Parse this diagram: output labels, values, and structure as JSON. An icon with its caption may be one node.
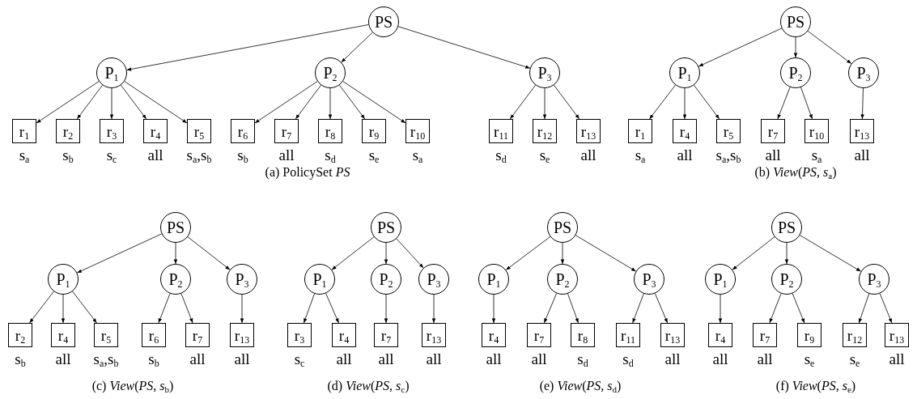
{
  "diagram": {
    "nodes": [
      {
        "text": [
          "PS"
        ]
      },
      {
        "text": [
          "P$_{1}$"
        ]
      },
      {
        "text": [
          "P$_{2}$"
        ]
      },
      {
        "text": [
          "P$_{3}$"
        ]
      },
      {
        "text": [
          "r$_{1}$"
        ],
        "beside": [
          "s$_{a}$"
        ]
      },
      {
        "text": [
          "r$_{2}$"
        ],
        "beside": [
          "s$_{b}$"
        ]
      },
      {
        "text": [
          "r$_{3}$"
        ],
        "beside": [
          "s$_{c}$"
        ]
      },
      {
        "text": [
          "r$_{4}$"
        ],
        "beside": [
          "all"
        ]
      },
      {
        "text": [
          "r$_{5}$"
        ],
        "beside": [
          "s$_{a}$,s$_{b}$"
        ]
      },
      {
        "text": [
          "r$_{6}$"
        ],
        "beside": [
          "s$_{b}$"
        ]
      },
      {
        "text": [
          "r$_{7}$"
        ],
        "beside": [
          "all"
        ]
      },
      {
        "text": [
          "r$_{8}$"
        ],
        "beside": [
          "s$_{d}$"
        ]
      },
      {
        "text": [
          "r$_{9}$"
        ],
        "beside": [
          "s$_{e}$"
        ]
      },
      {
        "text": [
          "r$_{10}$"
        ],
        "beside": [
          "s$_{a}$"
        ]
      },
      {
        "text": [
          "r$_{11}$"
        ],
        "beside": [
          "s$_{d}$"
        ]
      },
      {
        "text": [
          "r$_{12}$"
        ],
        "beside": [
          "s$_{e}$"
        ]
      },
      {
        "text": [
          "r$_{13}$"
        ],
        "beside": [
          "all"
        ]
      },
      {
        "text": [
          "PS"
        ]
      },
      {
        "text": [
          "P$_{1}$"
        ]
      },
      {
        "text": [
          "P$_{2}$"
        ]
      },
      {
        "text": [
          "P$_{3}$"
        ]
      },
      {
        "text": [
          "r$_{1}$"
        ],
        "beside": [
          "s$_{a}$"
        ]
      },
      {
        "text": [
          "r$_{4}$"
        ],
        "beside": [
          "all"
        ]
      },
      {
        "text": [
          "r$_{5}$"
        ],
        "beside": [
          "s$_{a}$,s$_{b}$"
        ]
      },
      {
        "text": [
          "r$_{7}$"
        ],
        "beside": [
          "all"
        ]
      },
      {
        "text": [
          "r$_{10}$"
        ],
        "beside": [
          "s$_{a}$"
        ]
      },
      {
        "text": [
          "r$_{13}$"
        ],
        "beside": [
          "all"
        ]
      },
      {
        "text": [
          "PS"
        ]
      },
      {
        "text": [
          "P$_{1}$"
        ]
      },
      {
        "text": [
          "P$_{2}$"
        ]
      },
      {
        "text": [
          "P$_{3}$"
        ]
      },
      {
        "text": [
          "r$_{2}$"
        ],
        "beside": [
          "s$_{b}$"
        ]
      },
      {
        "text": [
          "r$_{4}$"
        ],
        "beside": [
          "all"
        ]
      },
      {
        "text": [
          "r$_{5}$"
        ],
        "beside": [
          "s$_{a}$,s$_{b}$"
        ]
      },
      {
        "text": [
          "r$_{6}$"
        ],
        "beside": [
          "s$_{b}$"
        ]
      },
      {
        "text": [
          "r$_{7}$"
        ],
        "beside": [
          "all"
        ]
      },
      {
        "text": [
          "r$_{13}$"
        ],
        "beside": [
          "all"
        ]
      },
      {
        "text": [
          "PS"
        ]
      },
      {
        "text": [
          "P$_{1}$"
        ]
      },
      {
        "text": [
          "P$_{2}$"
        ]
      },
      {
        "text": [
          "P$_{3}$"
        ]
      },
      {
        "text": [
          "r$_{3}$"
        ],
        "beside": [
          "s$_{c}$"
        ]
      },
      {
        "text": [
          "r$_{4}$"
        ],
        "beside": [
          "all"
        ]
      },
      {
        "text": [
          "r$_{7}$"
        ],
        "beside": [
          "all"
        ]
      },
      {
        "text": [
          "r$_{13}$"
        ],
        "beside": [
          "all"
        ]
      },
      {
        "text": [
          "PS"
        ]
      },
      {
        "text": [
          "P$_{1}$"
        ]
      },
      {
        "text": [
          "P$_{2}$"
        ]
      },
      {
        "text": [
          "P$_{3}$"
        ]
      },
      {
        "text": [
          "r$_{4}$"
        ],
        "beside": [
          "all"
        ]
      },
      {
        "text": [
          "r$_{7}$"
        ],
        "beside": [
          "all"
        ]
      },
      {
        "text": [
          "r$_{8}$"
        ],
        "beside": [
          "s$_{d}$"
        ]
      },
      {
        "text": [
          "r$_{11}$"
        ],
        "beside": [
          "s$_{d}$"
        ]
      },
      {
        "text": [
          "r$_{13}$"
        ],
        "beside": [
          "all"
        ]
      },
      {
        "text": [
          "PS"
        ]
      },
      {
        "text": [
          "P$_{1}$"
        ]
      },
      {
        "text": [
          "P$_{2}$"
        ]
      },
      {
        "text": [
          "P$_{3}$"
        ]
      },
      {
        "text": [
          "r$_{4}$"
        ],
        "beside": [
          "all"
        ]
      },
      {
        "text": [
          "r$_{7}$"
        ],
        "beside": [
          "all"
        ]
      },
      {
        "text": [
          "r$_{9}$"
        ],
        "beside": [
          "s$_{e}$"
        ]
      },
      {
        "text": [
          "r$_{12}$"
        ],
        "beside": [
          "s$_{e}$"
        ]
      },
      {
        "text": [
          "r$_{13}$"
        ],
        "beside": [
          "all"
        ]
      }
    ],
    "edges": [
      {
        "from": 0,
        "to": 1,
        "arrow": "to"
      },
      {
        "from": 0,
        "to": 2,
        "arrow": "to"
      },
      {
        "from": 0,
        "to": 3,
        "arrow": "to"
      },
      {
        "from": 1,
        "to": 4,
        "arrow": "to"
      },
      {
        "from": 1,
        "to": 5,
        "arrow": "to"
      },
      {
        "from": 1,
        "to": 6,
        "arrow": "to"
      },
      {
        "from": 1,
        "to": 7,
        "arrow": "to"
      },
      {
        "from": 1,
        "to": 8,
        "arrow": "to"
      },
      {
        "from": 2,
        "to": 9,
        "arrow": "to"
      },
      {
        "from": 2,
        "to": 10,
        "arrow": "to"
      },
      {
        "from": 2,
        "to": 11,
        "arrow": "to"
      },
      {
        "from": 2,
        "to": 12,
        "arrow": "to"
      },
      {
        "from": 2,
        "to": 13,
        "arrow": "to"
      },
      {
        "from": 3,
        "to": 14,
        "arrow": "to"
      },
      {
        "from": 3,
        "to": 15,
        "arrow": "to"
      },
      {
        "from": 3,
        "to": 16,
        "arrow": "to"
      },
      {
        "from": 17,
        "to": 18,
        "arrow": "to"
      },
      {
        "from": 17,
        "to": 19,
        "arrow": "to"
      },
      {
        "from": 17,
        "to": 20,
        "arrow": "to"
      },
      {
        "from": 18,
        "to": 21,
        "arrow": "to"
      },
      {
        "from": 18,
        "to": 22,
        "arrow": "to"
      },
      {
        "from": 18,
        "to": 23,
        "arrow": "to"
      },
      {
        "from": 19,
        "to": 24,
        "arrow": "to"
      },
      {
        "from": 19,
        "to": 25,
        "arrow": "to"
      },
      {
        "from": 20,
        "to": 26,
        "arrow": "to"
      },
      {
        "from": 27,
        "to": 28,
        "arrow": "to"
      },
      {
        "from": 27,
        "to": 29,
        "arrow": "to"
      },
      {
        "from": 27,
        "to": 30,
        "arrow": "to"
      },
      {
        "from": 28,
        "to": 31,
        "arrow": "to"
      },
      {
        "from": 28,
        "to": 32,
        "arrow": "to"
      },
      {
        "from": 28,
        "to": 33,
        "arrow": "to"
      },
      {
        "from": 29,
        "to": 34,
        "arrow": "to"
      },
      {
        "from": 29,
        "to": 35,
        "arrow": "to"
      },
      {
        "from": 30,
        "to": 36,
        "arrow": "to"
      },
      {
        "from": 37,
        "to": 38,
        "arrow": "to"
      },
      {
        "from": 37,
        "to": 39,
        "arrow": "to"
      },
      {
        "from": 37,
        "to": 40,
        "arrow": "to"
      },
      {
        "from": 38,
        "to": 41,
        "arrow": "to"
      },
      {
        "from": 38,
        "to": 42,
        "arrow": "to"
      },
      {
        "from": 39,
        "to": 43,
        "arrow": "to"
      },
      {
        "from": 40,
        "to": 44,
        "arrow": "to"
      },
      {
        "from": 45,
        "to": 46,
        "arrow": "to"
      },
      {
        "from": 45,
        "to": 47,
        "arrow": "to"
      },
      {
        "from": 45,
        "to": 48,
        "arrow": "to"
      },
      {
        "from": 46,
        "to": 49,
        "arrow": "to"
      },
      {
        "from": 47,
        "to": 50,
        "arrow": "to"
      },
      {
        "from": 47,
        "to": 51,
        "arrow": "to"
      },
      {
        "from": 48,
        "to": 52,
        "arrow": "to"
      },
      {
        "from": 48,
        "to": 53,
        "arrow": "to"
      },
      {
        "from": 54,
        "to": 55,
        "arrow": "to"
      },
      {
        "from": 54,
        "to": 56,
        "arrow": "to"
      },
      {
        "from": 54,
        "to": 57,
        "arrow": "to"
      },
      {
        "from": 55,
        "to": 58,
        "arrow": "to"
      },
      {
        "from": 56,
        "to": 59,
        "arrow": "to"
      },
      {
        "from": 56,
        "to": 60,
        "arrow": "to"
      },
      {
        "from": 57,
        "to": 61,
        "arrow": "to"
      },
      {
        "from": 57,
        "to": 62,
        "arrow": "to"
      }
    ],
    "labels": [
      "(a) PolicySet *PS*",
      "(b) *View*(*PS*, *s*$_{a}$)",
      "(c) *View*(*PS*, *s*$_{b}$)",
      "(d) *View*(*PS*, *s*$_{c}$)",
      "(e) *View*(*PS*, *s*$_{d}$)",
      "(f) *View*(*PS*, *s*$_{e}$)"
    ]
  }
}
